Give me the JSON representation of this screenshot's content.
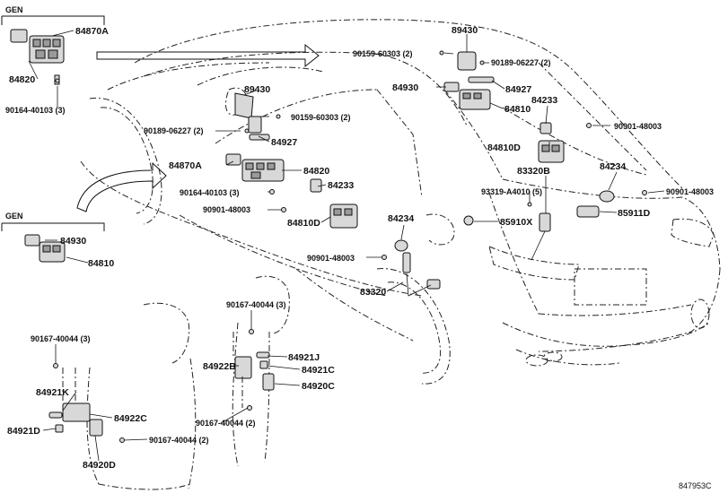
{
  "diagram": {
    "reference_code": "847953C",
    "groups": [
      {
        "title": "GEN"
      },
      {
        "title": "GEN"
      }
    ],
    "labels": [
      "84870A",
      "84820",
      "90164-40103 (3)",
      "89430",
      "90159-60303 (2)",
      "90189-06227 (2)",
      "84927",
      "84870A",
      "84820",
      "90164-40103 (3)",
      "84233",
      "90901-48003",
      "84810D",
      "89430",
      "90159-60303 (2)",
      "90189-06227 (2)",
      "84930",
      "84927",
      "84233",
      "84810",
      "90901-48003",
      "84810D",
      "83320B",
      "84234",
      "93319-A4010 (5)",
      "90901-48003",
      "85911D",
      "84234",
      "85910X",
      "90901-48003",
      "83320",
      "84930",
      "84810",
      "90167-40044 (3)",
      "84921J",
      "84922B",
      "84921C",
      "84920C",
      "90167-40044 (3)",
      "84921K",
      "84922C",
      "84921D",
      "90167-40044 (2)",
      "90167-40044 (2)",
      "84920D"
    ]
  }
}
